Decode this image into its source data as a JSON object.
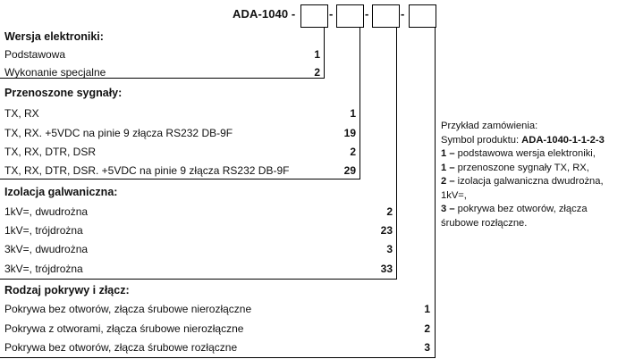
{
  "product_code": "ADA-1040 -",
  "dash": "-",
  "sections": [
    {
      "title": "Wersja elektroniki:",
      "rows": [
        {
          "label": "Podstawowa",
          "code": "1"
        },
        {
          "label": "Wykonanie specjalne",
          "code": "2"
        }
      ]
    },
    {
      "title": "Przenoszone sygnały:",
      "rows": [
        {
          "label": "TX, RX",
          "code": "1"
        },
        {
          "label": "TX, RX. +5VDC na pinie 9 złącza RS232 DB-9F",
          "code": "19"
        },
        {
          "label": "TX, RX, DTR, DSR",
          "code": "2"
        },
        {
          "label": "TX, RX, DTR, DSR. +5VDC na pinie 9 złącza RS232 DB-9F",
          "code": "29"
        }
      ]
    },
    {
      "title": "Izolacja galwaniczna:",
      "rows": [
        {
          "label": "1kV=, dwudrożna",
          "code": "2"
        },
        {
          "label": "1kV=, trójdrożna",
          "code": "23"
        },
        {
          "label": "3kV=, dwudrożna",
          "code": "3"
        },
        {
          "label": "3kV=, trójdrożna",
          "code": "33"
        }
      ]
    },
    {
      "title": "Rodzaj pokrywy i złącz:",
      "rows": [
        {
          "label": "Pokrywa bez otworów, złącza śrubowe nierozłączne",
          "code": "1"
        },
        {
          "label": "Pokrywa z otworami, złącza śrubowe nierozłączne",
          "code": "2"
        },
        {
          "label": "Pokrywa bez otworów, złącza śrubowe rozłączne",
          "code": "3"
        }
      ]
    }
  ],
  "example": {
    "line1": "Przykład zamówienia:",
    "line2_prefix": "Symbol produktu: ",
    "line2_code": "ADA-1040-1-1-2-3",
    "items": [
      {
        "num": "1 –",
        "text": " podstawowa wersja elektroniki,"
      },
      {
        "num": "1 –",
        "text": " przenoszone sygnały TX, RX,"
      },
      {
        "num": "2 –",
        "text": " izolacja galwaniczna dwudrożna, 1kV=,"
      },
      {
        "num": "3 –",
        "text": " pokrywa bez otworów, złącza śrubowe rozłączne."
      }
    ]
  }
}
